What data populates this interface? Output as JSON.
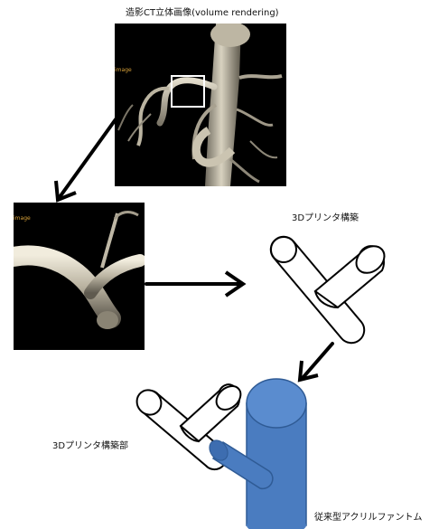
{
  "top_caption": "造影CT立体画像(volume rendering)",
  "panel_label_top": "image",
  "panel_label_mid": "image",
  "model_caption": "3Dプリンタ構築",
  "printed_part_caption": "3Dプリンタ構築部",
  "phantom_caption": "従来型アクリルファントム",
  "colors": {
    "phantom_blue": "#4a7cc0",
    "phantom_edge": "#2f5b95",
    "arrow": "#000000",
    "vessel": "#cfc8b4"
  }
}
